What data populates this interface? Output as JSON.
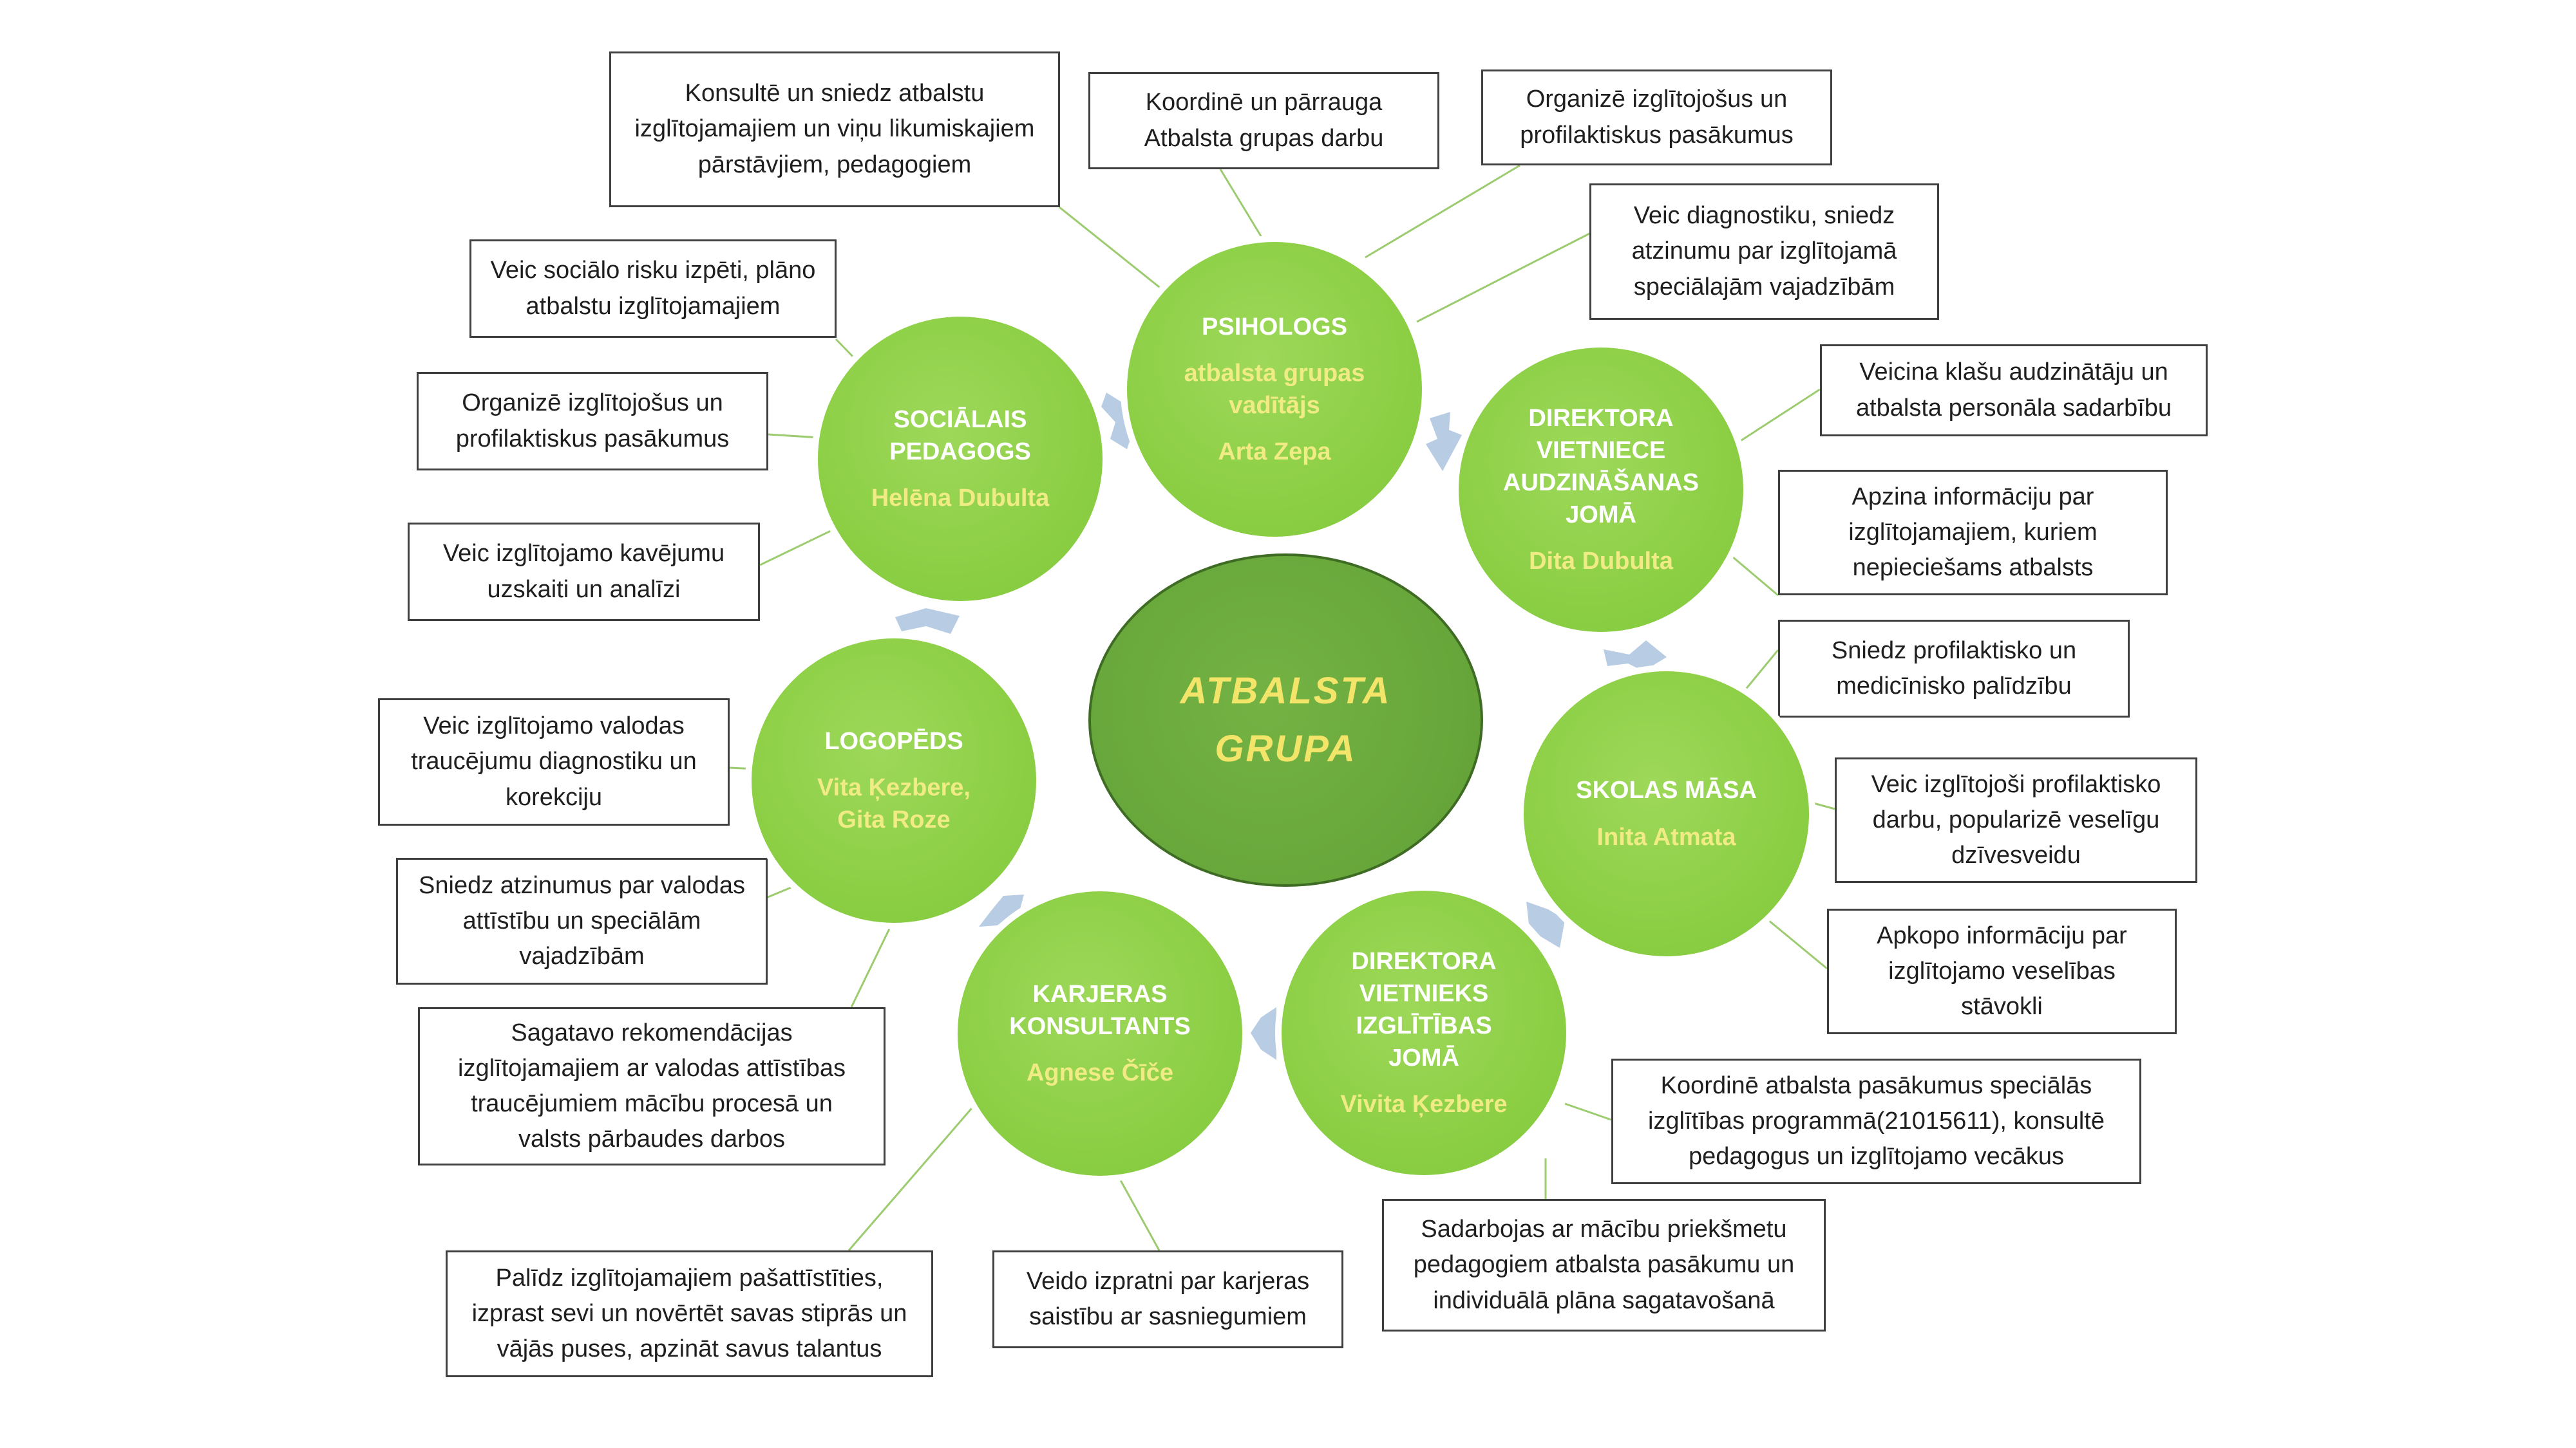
{
  "center": {
    "title": "ATBALSTA\nGRUPA"
  },
  "roles": {
    "psihologs": {
      "title": "PSIHOLOGS",
      "subtitle": "atbalsta grupas\nvadītājs",
      "name": "Arta Zepa"
    },
    "direktora_audz": {
      "title": "DIREKTORA\nVIETNIECE\nAUDZINĀŠANAS\nJOMĀ",
      "name": "Dita Dubulta"
    },
    "skolas_masa": {
      "title": "SKOLAS MĀSA",
      "name": "Inita Atmata"
    },
    "direktora_izgl": {
      "title": "DIREKTORA\nVIETNIEKS\nIZGLĪTĪBAS\nJOMĀ",
      "name": "Vivita Ķezbere"
    },
    "karjeras": {
      "title": "KARJERAS\nKONSULTANTS",
      "name": "Agnese Čīče"
    },
    "logopeds": {
      "title": "LOGOPĒDS",
      "name": "Vita Ķezbere,\nGita Roze"
    },
    "socialais": {
      "title": "SOCIĀLAIS\nPEDAGOGS",
      "name": "Helēna Dubulta"
    }
  },
  "boxes": {
    "psih_1": [
      "Konsultē un sniedz atbalstu",
      "izglītojamajiem un viņu likumiskajiem",
      "pārstāvjiem, pedagogiem"
    ],
    "psih_2": [
      "Koordinē un pārrauga",
      "Atbalsta grupas darbu"
    ],
    "psih_3": [
      "Organizē izglītojošus un",
      "profilaktiskus pasākumus"
    ],
    "psih_4": [
      "Veic diagnostiku, sniedz",
      "atzinumu par izglītojamā",
      "speciālajām vajadzībām"
    ],
    "audz_1": [
      "Veicina klašu audzinātāju un",
      "atbalsta personāla sadarbību"
    ],
    "audz_2": [
      "Apzina informāciju par",
      "izglītojamajiem, kuriem",
      "nepieciešams atbalsts"
    ],
    "masa_1": [
      "Sniedz profilaktisko un",
      "medicīnisko palīdzību"
    ],
    "masa_2": [
      "Veic izglītojoši profilaktisko",
      "darbu, popularizē veselīgu",
      "dzīvesveidu"
    ],
    "masa_3": [
      "Apkopo informāciju par",
      "izglītojamo veselības",
      "stāvokli"
    ],
    "izgl_1": [
      "Koordinē atbalsta pasākumus speciālās",
      "izglītības programmā(21015611), konsultē",
      "pedagogus un izglītojamo vecākus"
    ],
    "izgl_2": [
      "Sadarbojas ar mācību priekšmetu",
      "pedagogiem  atbalsta pasākumu un",
      "individuālā plāna sagatavošanā"
    ],
    "karj_1": [
      "Veido izpratni par karjeras",
      "saistību ar sasniegumiem"
    ],
    "karj_2": [
      "   Palīdz izglītojamajiem pašattīstīties,",
      "izprast sevi un novērtēt savas stiprās un",
      "vājās puses, apzināt savus talantus"
    ],
    "logo_1": [
      "Veic izglītojamo valodas",
      "traucējumu diagnostiku un",
      "korekciju"
    ],
    "logo_2": [
      "Sniedz atzinumus par valodas",
      "attīstību un speciālām",
      "vajadzībām"
    ],
    "logo_3": [
      "Sagatavo rekomendācijas",
      "izglītojamajiem ar valodas attīstības",
      "traucējumiem mācību procesā un",
      "valsts pārbaudes darbos"
    ],
    "soc_1": [
      "Veic sociālo risku izpēti, plāno",
      "atbalstu izglītojamajiem"
    ],
    "soc_2": [
      "Organizē izglītojošus un",
      "profilaktiskus pasākumus"
    ],
    "soc_3": [
      "Veic izglītojamo kavējumu",
      "uzskaiti un analīzi"
    ]
  },
  "colors": {
    "role_fill": "#8ccf45",
    "center_fill": "#6aa83c",
    "center_text": "#f3e46a",
    "role_name": "#f1eb86",
    "connector": "#9ccb70",
    "arrow": "#b8cce4"
  }
}
